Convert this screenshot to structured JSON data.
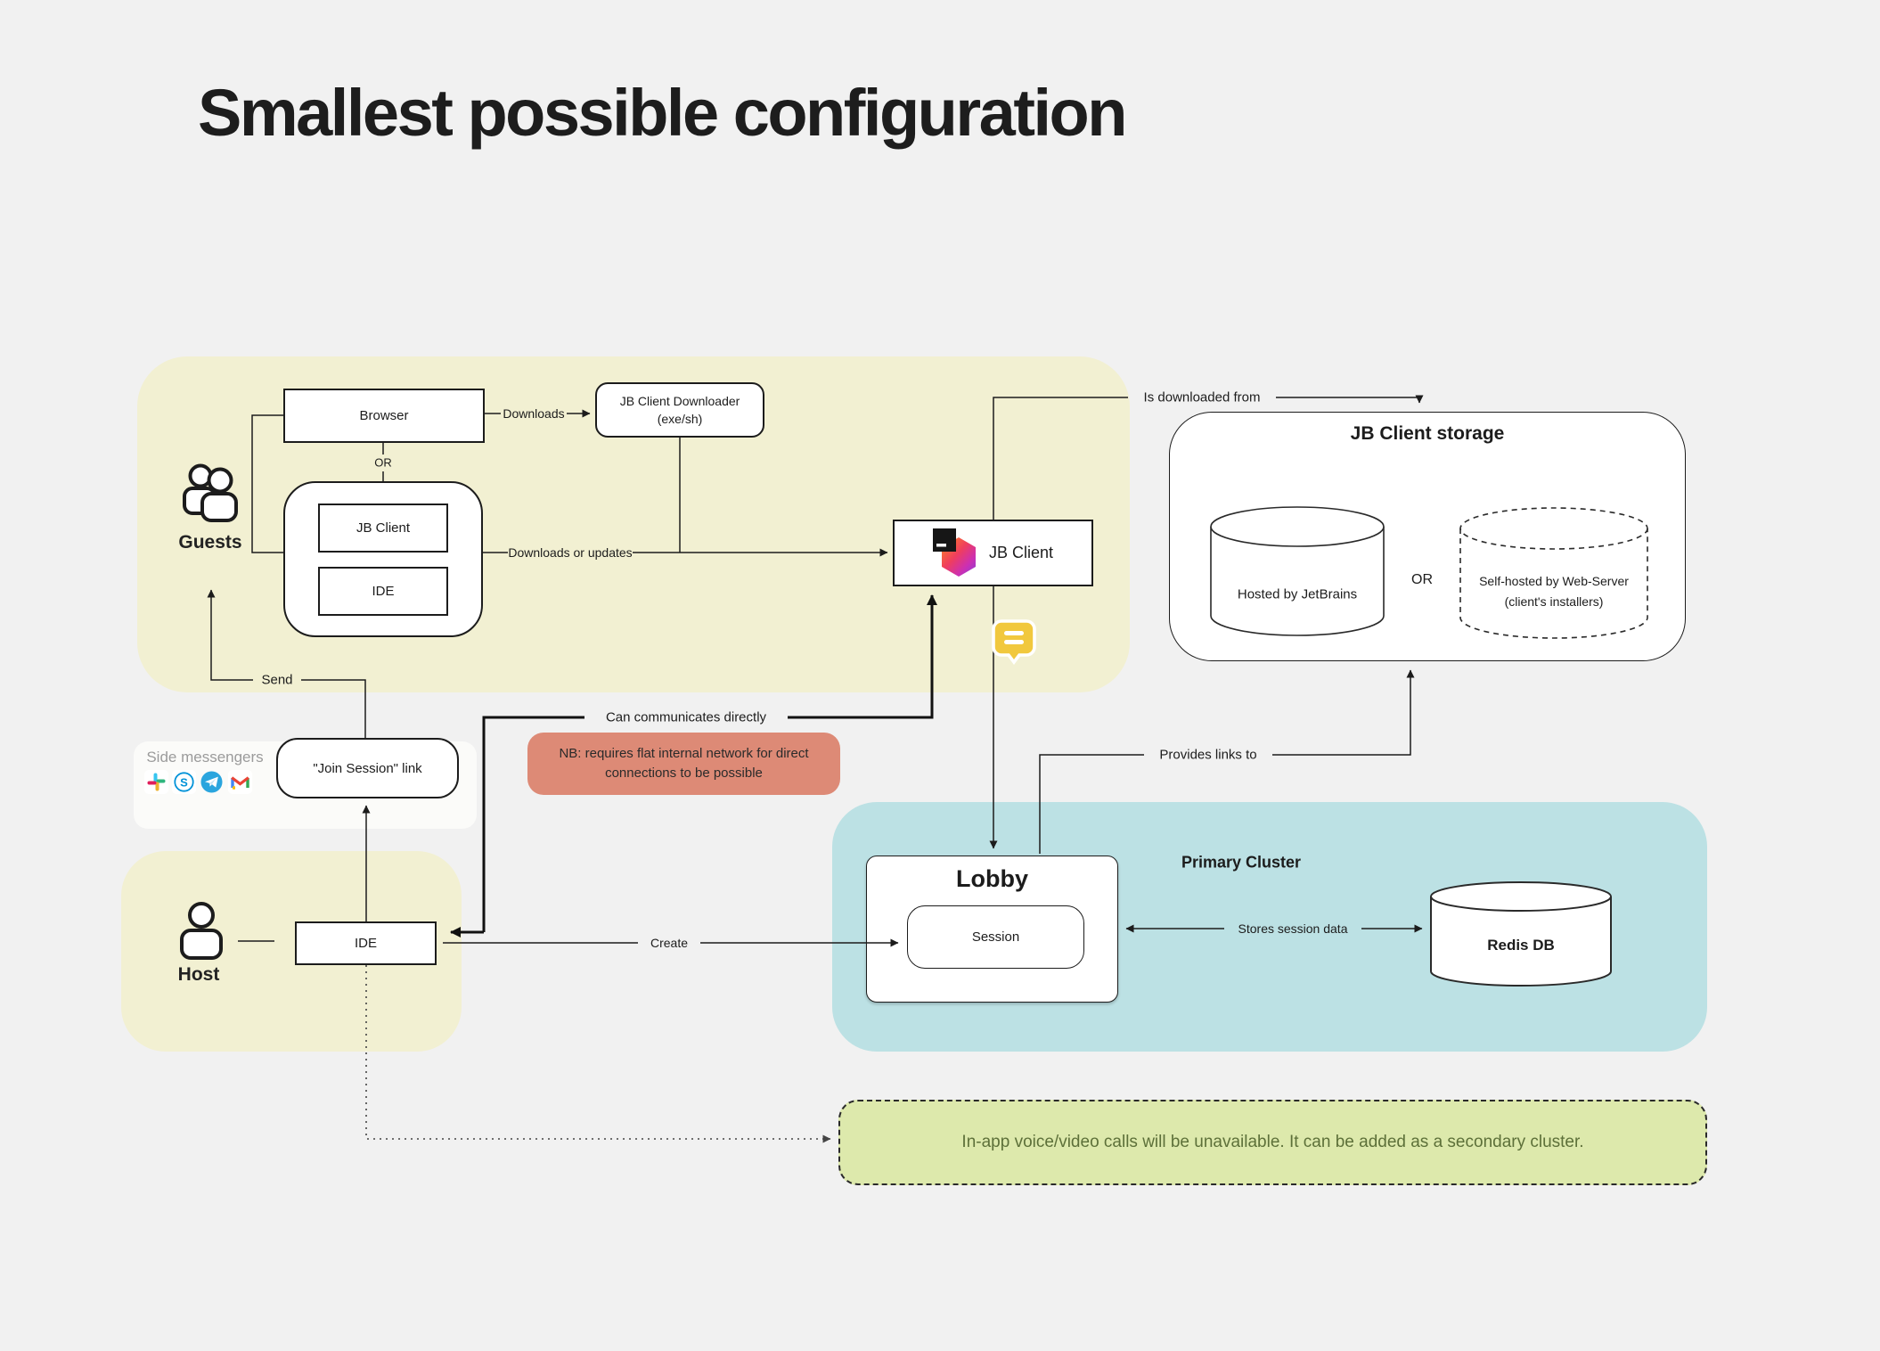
{
  "title": "Smallest possible configuration",
  "guests": {
    "label": "Guests",
    "browser": "Browser",
    "or": "OR",
    "jb_client": "JB Client",
    "ide": "IDE"
  },
  "downloader": {
    "line1": "JB Client Downloader",
    "line2": "(exe/sh)"
  },
  "jb_client_node": {
    "label": "JB Client"
  },
  "storage": {
    "title": "JB Client storage",
    "hosted": "Hosted by JetBrains",
    "or": "OR",
    "self_hosted_line1": "Self-hosted by Web-Server",
    "self_hosted_line2": "(client's installers)"
  },
  "messengers": {
    "label": "Side messengers",
    "icons": [
      "slack",
      "skype",
      "telegram",
      "gmail"
    ],
    "join_link": "\"Join Session\" link"
  },
  "host": {
    "label": "Host",
    "ide": "IDE"
  },
  "cluster": {
    "title": "Primary Cluster",
    "lobby": "Lobby",
    "session": "Session",
    "redis": "Redis DB"
  },
  "notes": {
    "nb": "NB: requires flat internal network for direct connections to be possible",
    "voice": "In-app voice/video calls will be unavailable. It can be added as a secondary cluster."
  },
  "edges": {
    "downloads": "Downloads",
    "downloads_or_updates": "Downloads or updates",
    "is_downloaded_from": "Is downloaded from",
    "send": "Send",
    "can_communicate": "Can communicates directly",
    "provides_links": "Provides links to",
    "create": "Create",
    "stores": "Stores session data"
  },
  "colors": {
    "page_bg": "#f1f1f1",
    "area_yellow": "#f2f0d2",
    "cluster_teal": "#bce1e4",
    "note_red": "#dd8a76",
    "note_green_bg": "#dde9ac",
    "note_green_text": "#5d7039",
    "bubble_yellow": "#f1c83d",
    "line": "#1c1c1c"
  }
}
